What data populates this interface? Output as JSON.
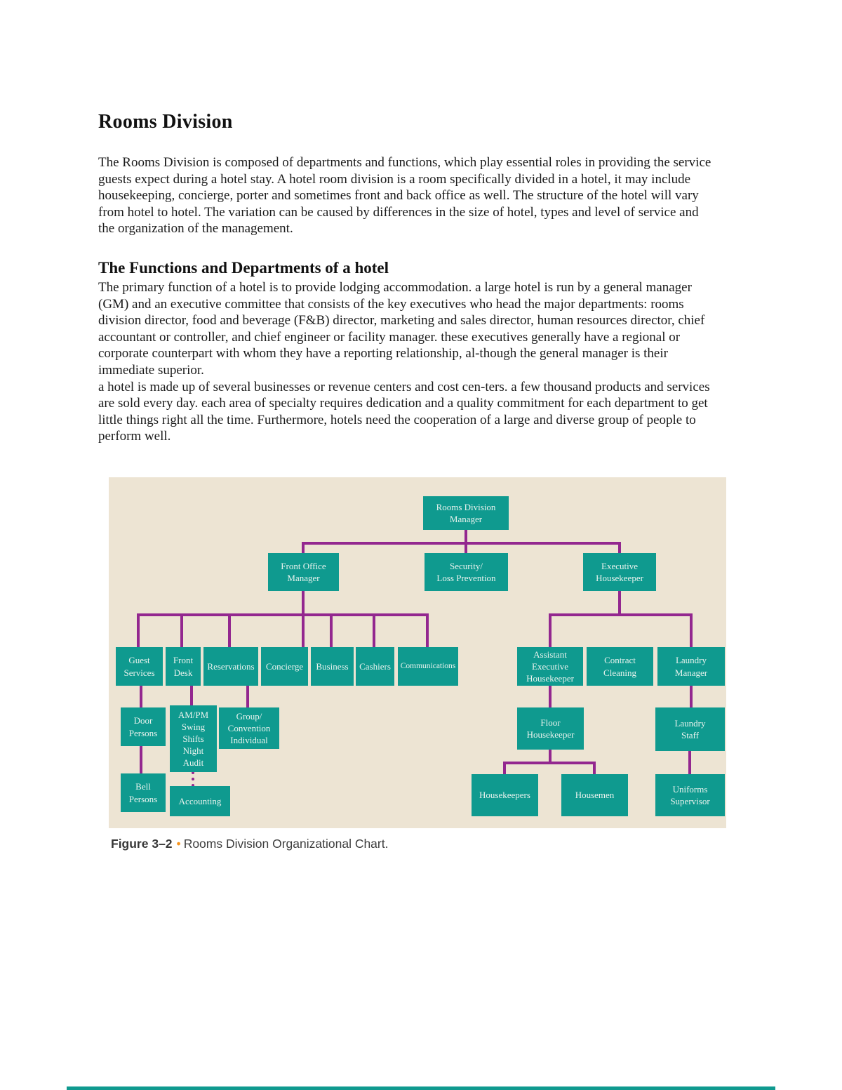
{
  "page": {
    "title": "Rooms Division",
    "intro_paragraph": "The Rooms Division is composed of departments and functions, which play essential roles in providing the service guests expect during a hotel stay. A hotel room division is a room specifically divided in a hotel, it may include housekeeping, concierge, porter and sometimes front and back office as well. The structure of the hotel will vary from hotel to hotel. The variation can be caused by differences in the size of hotel, types and level of service and the organization of the management.",
    "section_heading": "The Functions and Departments of a hotel",
    "section_paragraph_1": "The primary function of a hotel is to provide lodging accommodation. a large hotel is run by a general manager (GM) and an executive committee that consists of the key executives who head the major departments: rooms division director, food and beverage (F&B) director, marketing and sales director, human resources director, chief accountant or controller, and chief engineer or facility manager. these executives generally have a regional or corporate counterpart with whom they have a reporting relationship, al-though the general manager is their immediate superior.",
    "section_paragraph_2": "a hotel is made up of several businesses or revenue centers and cost cen-ters. a few thousand products and services are sold every day. each area of specialty requires dedication and a quality commitment for each department to get little things right all the time. Furthermore, hotels need the cooperation of a large and diverse group of people to perform well."
  },
  "figure": {
    "caption_label": "Figure 3–2",
    "caption_bullet": "•",
    "caption_text": "Rooms Division Organizational Chart.",
    "colors": {
      "panel_background": "#ede4d3",
      "box_fill": "#0f9a8f",
      "box_text": "#e9f3ee",
      "connector_line": "#93278f",
      "caption_bullet": "#f7941d"
    },
    "nodes": [
      {
        "id": "rooms-division-manager",
        "label": "Rooms Division\nManager",
        "parent": null
      },
      {
        "id": "front-office-manager",
        "label": "Front Office\nManager",
        "parent": "rooms-division-manager"
      },
      {
        "id": "security-loss-prevention",
        "label": "Security/\nLoss Prevention",
        "parent": "rooms-division-manager"
      },
      {
        "id": "executive-housekeeper",
        "label": "Executive\nHousekeeper",
        "parent": "rooms-division-manager"
      },
      {
        "id": "guest-services",
        "label": "Guest\nServices",
        "parent": "front-office-manager"
      },
      {
        "id": "front-desk",
        "label": "Front\nDesk",
        "parent": "front-office-manager"
      },
      {
        "id": "reservations",
        "label": "Reservations",
        "parent": "front-office-manager"
      },
      {
        "id": "concierge",
        "label": "Concierge",
        "parent": "front-office-manager"
      },
      {
        "id": "business",
        "label": "Business",
        "parent": "front-office-manager"
      },
      {
        "id": "cashiers",
        "label": "Cashiers",
        "parent": "front-office-manager"
      },
      {
        "id": "communications",
        "label": "Communications",
        "parent": "front-office-manager"
      },
      {
        "id": "assistant-executive-housekeeper",
        "label": "Assistant\nExecutive\nHousekeeper",
        "parent": "executive-housekeeper"
      },
      {
        "id": "contract-cleaning",
        "label": "Contract\nCleaning",
        "parent": "executive-housekeeper"
      },
      {
        "id": "laundry-manager",
        "label": "Laundry\nManager",
        "parent": "executive-housekeeper"
      },
      {
        "id": "door-persons",
        "label": "Door\nPersons",
        "parent": "guest-services"
      },
      {
        "id": "am-pm-swing-shifts-night-audit",
        "label": "AM/PM\nSwing\nShifts\nNight\nAudit",
        "parent": "front-desk"
      },
      {
        "id": "group-convention-individual",
        "label": "Group/\nConvention\nIndividual",
        "parent": "reservations"
      },
      {
        "id": "bell-persons",
        "label": "Bell\nPersons",
        "parent": "door-persons"
      },
      {
        "id": "accounting",
        "label": "Accounting",
        "parent": "am-pm-swing-shifts-night-audit",
        "link_style": "dotted"
      },
      {
        "id": "floor-housekeeper",
        "label": "Floor\nHousekeeper",
        "parent": "assistant-executive-housekeeper"
      },
      {
        "id": "housekeepers",
        "label": "Housekeepers",
        "parent": "floor-housekeeper"
      },
      {
        "id": "housemen",
        "label": "Housemen",
        "parent": "floor-housekeeper"
      },
      {
        "id": "laundry-staff",
        "label": "Laundry\nStaff",
        "parent": "laundry-manager"
      },
      {
        "id": "uniforms-supervisor",
        "label": "Uniforms\nSupervisor",
        "parent": "laundry-staff"
      }
    ]
  }
}
